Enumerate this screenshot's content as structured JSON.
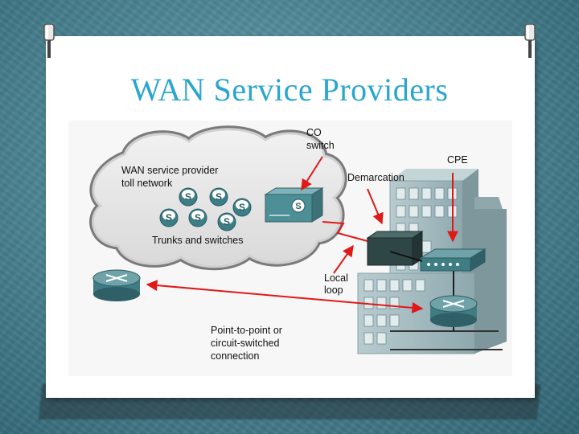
{
  "slide": {
    "title": "WAN Service Providers"
  },
  "diagram": {
    "cloud_label_line1": "WAN service provider",
    "cloud_label_line2": "toll network",
    "trunks_label": "Trunks and switches",
    "switch_glyph": "S",
    "co_switch_line1": "CO",
    "co_switch_line2": "switch",
    "demarcation": "Demarcation",
    "cpe": "CPE",
    "local_loop_line1": "Local",
    "local_loop_line2": "loop",
    "p2p_line1": "Point-to-point or",
    "p2p_line2": "circuit-switched",
    "p2p_line3": "connection"
  },
  "colors": {
    "title": "#2aa6cf",
    "arrow": "#e01818",
    "device_teal": "#4c8f96",
    "building": "#9fb8bd"
  }
}
